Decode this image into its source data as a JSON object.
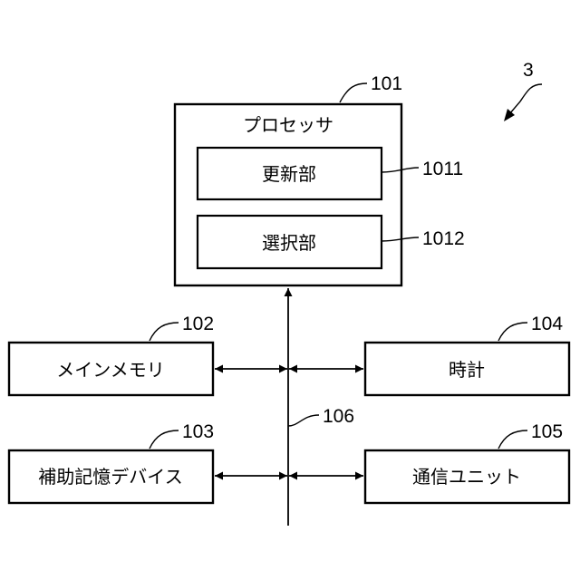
{
  "figure_number": "3",
  "processor": {
    "label": "プロセッサ",
    "ref": "101"
  },
  "update_unit": {
    "label": "更新部",
    "ref": "1011"
  },
  "selection_unit": {
    "label": "選択部",
    "ref": "1012"
  },
  "main_memory": {
    "label": "メインメモリ",
    "ref": "102"
  },
  "clock": {
    "label": "時計",
    "ref": "104"
  },
  "aux_storage": {
    "label": "補助記憶デバイス",
    "ref": "103"
  },
  "comm_unit": {
    "label": "通信ユニット",
    "ref": "105"
  },
  "bus": {
    "ref": "106"
  }
}
